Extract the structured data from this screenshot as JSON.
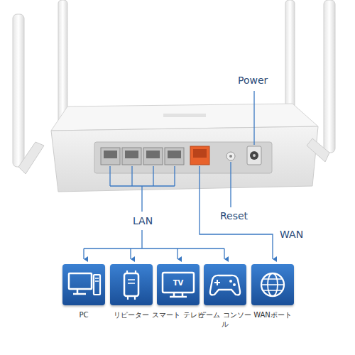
{
  "diagram": {
    "nodes": [
      {
        "text": [
          "PC"
        ]
      },
      {
        "text": [
          "リピーター"
        ]
      },
      {
        "text": [
          "TV",
          "スマート テレビ"
        ]
      },
      {
        "text": [
          "ゲーム コンソール"
        ]
      },
      {
        "text": [
          "WANポート"
        ]
      }
    ],
    "labels": [
      "Power",
      "Reset",
      "WAN",
      "LAN"
    ]
  }
}
